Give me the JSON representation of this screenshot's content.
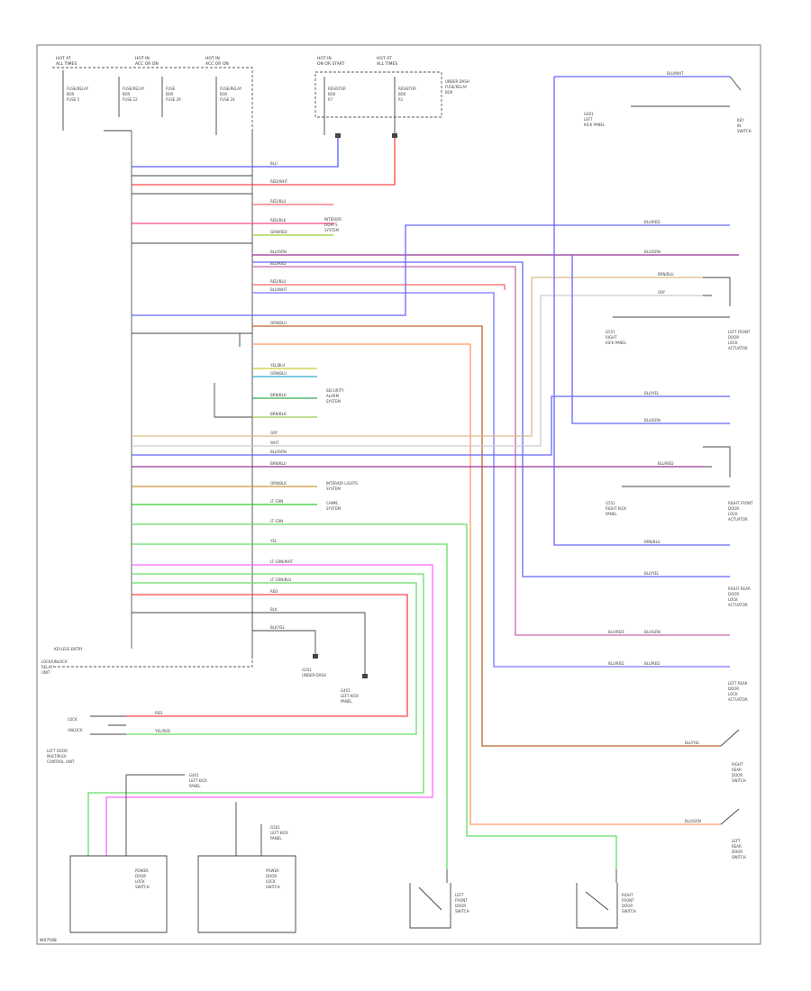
{
  "diagram": {
    "footer_code": "W07598",
    "control_module_label": "KEYLESS ENTRY",
    "module_desc": [
      "LOCK/UNLOCK",
      "RELAY",
      "UNIT"
    ],
    "top_fuses": [
      {
        "id": "f1",
        "lines": [
          "HOT AT",
          "ALL TIMES"
        ]
      },
      {
        "id": "f2",
        "lines": [
          "HOT IN",
          "ACC OR ON"
        ]
      },
      {
        "id": "f3",
        "lines": [
          "HOT IN",
          "ACC OR ON"
        ]
      },
      {
        "id": "f4",
        "lines": [
          "HOT IN",
          "ON OR START"
        ]
      },
      {
        "id": "f5",
        "lines": [
          "HOT AT",
          "ALL TIMES"
        ]
      }
    ],
    "fuse_items": [
      {
        "id": "fi1",
        "lines": [
          "FUSE/RELAY",
          "BOX",
          "FUSE 5"
        ]
      },
      {
        "id": "fi2",
        "lines": [
          "FUSE/RELAY",
          "BOX",
          "FUSE 22"
        ]
      },
      {
        "id": "fi3",
        "lines": [
          "FUSE",
          "BOX",
          "FUSE 29"
        ]
      },
      {
        "id": "fi4",
        "lines": [
          "FUSE/RELAY",
          "BOX",
          "FUSE 24"
        ]
      },
      {
        "id": "fi5",
        "lines": [
          "RESISTOR",
          "BOX",
          "R7"
        ]
      },
      {
        "id": "fi6",
        "lines": [
          "RESISTOR",
          "BOX",
          "R1"
        ]
      }
    ],
    "fuse_box_note": [
      "UNDER-DASH",
      "FUSE/RELAY",
      "BOX"
    ],
    "wire_labels": [
      {
        "id": "w1",
        "text": "BLU"
      },
      {
        "id": "w2",
        "text": "RED/WHT"
      },
      {
        "id": "w3",
        "text": "RED/BLU"
      },
      {
        "id": "w4",
        "text": "RED/BLK"
      },
      {
        "id": "w5",
        "text": "GRN/RED"
      },
      {
        "id": "w6",
        "text": "BLU/GRN"
      },
      {
        "id": "w7",
        "text": "BLU/RED"
      },
      {
        "id": "w8",
        "text": "RED/BLU"
      },
      {
        "id": "w9",
        "text": "BLU/WHT"
      },
      {
        "id": "w10",
        "text": "ORN/BLU"
      },
      {
        "id": "w11",
        "text": "YEL/BLU"
      },
      {
        "id": "w12",
        "text": "GRN/BLU"
      },
      {
        "id": "w13",
        "text": "BRN/BLK"
      },
      {
        "id": "w14",
        "text": "BRN/BLK"
      },
      {
        "id": "w15",
        "text": "GRY"
      },
      {
        "id": "w16",
        "text": "WHT"
      },
      {
        "id": "w17",
        "text": "BLU/GRN"
      },
      {
        "id": "w18",
        "text": "BRN/BLU"
      },
      {
        "id": "w19",
        "text": "ORN/BLK"
      },
      {
        "id": "w20",
        "text": "LT GRN"
      },
      {
        "id": "w21",
        "text": "LT GRN"
      },
      {
        "id": "w22",
        "text": "YEL"
      },
      {
        "id": "w23",
        "text": "LT GRN/WHT"
      },
      {
        "id": "w24",
        "text": "LT GRN/BLU"
      },
      {
        "id": "w25",
        "text": "RED"
      },
      {
        "id": "w26",
        "text": "BLK"
      },
      {
        "id": "w27",
        "text": "BLK/YEL"
      },
      {
        "id": "w28",
        "text": "RED"
      },
      {
        "id": "w29",
        "text": "YEL/RED"
      }
    ],
    "right_labels": [
      {
        "id": "r1",
        "text": "BLU/WHT"
      },
      {
        "id": "r2",
        "text": "BLU/RED"
      },
      {
        "id": "r3",
        "text": "BLU/GRN"
      },
      {
        "id": "r4",
        "text": "BRN/BLU"
      },
      {
        "id": "r5",
        "text": "GRY"
      },
      {
        "id": "r6",
        "text": "BLU/YEL"
      },
      {
        "id": "r7",
        "text": "BLU/GRN"
      },
      {
        "id": "r8",
        "text": "BLU/RED"
      },
      {
        "id": "r9",
        "text": "BRN/BLU"
      },
      {
        "id": "r10",
        "text": "BLU/YEL"
      },
      {
        "id": "r11",
        "text": "BLU/RED"
      },
      {
        "id": "r12",
        "text": "BLU/GRN"
      },
      {
        "id": "r13",
        "text": "BLU/RED"
      },
      {
        "id": "r14",
        "text": "BLU/RED"
      },
      {
        "id": "r15",
        "text": "BLU/YEL"
      },
      {
        "id": "r16",
        "text": "BLU/GRN"
      }
    ],
    "component_labels": [
      {
        "id": "c1",
        "lines": [
          "KEY",
          "IN",
          "SWITCH"
        ]
      },
      {
        "id": "c2",
        "lines": [
          "G401",
          "LEFT",
          "KICK PANEL"
        ]
      },
      {
        "id": "c3",
        "lines": [
          "LEFT FRONT",
          "DOOR",
          "LOCK",
          "ACTUATOR"
        ]
      },
      {
        "id": "c4",
        "lines": [
          "G551",
          "RIGHT",
          "KICK PANEL"
        ]
      },
      {
        "id": "c5",
        "lines": [
          "RIGHT FRONT",
          "DOOR",
          "LOCK",
          "ACTUATOR"
        ]
      },
      {
        "id": "c6",
        "lines": [
          "RIGHT REAR",
          "DOOR",
          "LOCK",
          "ACTUATOR"
        ]
      },
      {
        "id": "c7",
        "lines": [
          "LEFT REAR",
          "DOOR",
          "LOCK",
          "ACTUATOR"
        ]
      },
      {
        "id": "c8",
        "lines": [
          "RIGHT",
          "REAR",
          "DOOR",
          "SWITCH"
        ]
      },
      {
        "id": "c9",
        "lines": [
          "LEFT",
          "REAR",
          "DOOR",
          "SWITCH"
        ]
      },
      {
        "id": "c10",
        "lines": [
          "INTERIOR",
          "LIGHTS",
          "SYSTEM"
        ]
      },
      {
        "id": "c11",
        "lines": [
          "SECURITY",
          "ALARM",
          "SYSTEM"
        ]
      },
      {
        "id": "c12",
        "lines": [
          "INTERIOR LIGHTS",
          "SYSTEM"
        ]
      },
      {
        "id": "c13",
        "lines": [
          "CHIME",
          "SYSTEM"
        ]
      },
      {
        "id": "c14",
        "lines": [
          "G201",
          "UNDER-DASH"
        ]
      },
      {
        "id": "c15",
        "lines": [
          "G401",
          "LEFT KICK",
          "PANEL"
        ]
      },
      {
        "id": "c16",
        "lines": [
          "LEFT DOOR",
          "MULTIPLEX",
          "CONTROL UNIT"
        ]
      },
      {
        "id": "c17",
        "lines": [
          "LOCK",
          "UNLOCK"
        ]
      },
      {
        "id": "c18",
        "lines": [
          "POWER",
          "DOOR",
          "LOCK",
          "SWITCH"
        ]
      },
      {
        "id": "c19",
        "lines": [
          "POWER",
          "DOOR",
          "LOCK",
          "SWITCH"
        ]
      },
      {
        "id": "c20",
        "lines": [
          "LEFT",
          "FRONT",
          "DOOR",
          "SWITCH"
        ]
      },
      {
        "id": "c21",
        "lines": [
          "RIGHT",
          "FRONT",
          "DOOR",
          "SWITCH"
        ]
      },
      {
        "id": "c22",
        "lines": [
          "G551",
          "RIGHT KICK",
          "PANEL"
        ]
      },
      {
        "id": "c23",
        "lines": [
          "G501",
          "LEFT KICK",
          "PANEL"
        ]
      },
      {
        "id": "c24",
        "lines": [
          "G401",
          "LEFT KICK",
          "PANEL"
        ]
      }
    ]
  }
}
